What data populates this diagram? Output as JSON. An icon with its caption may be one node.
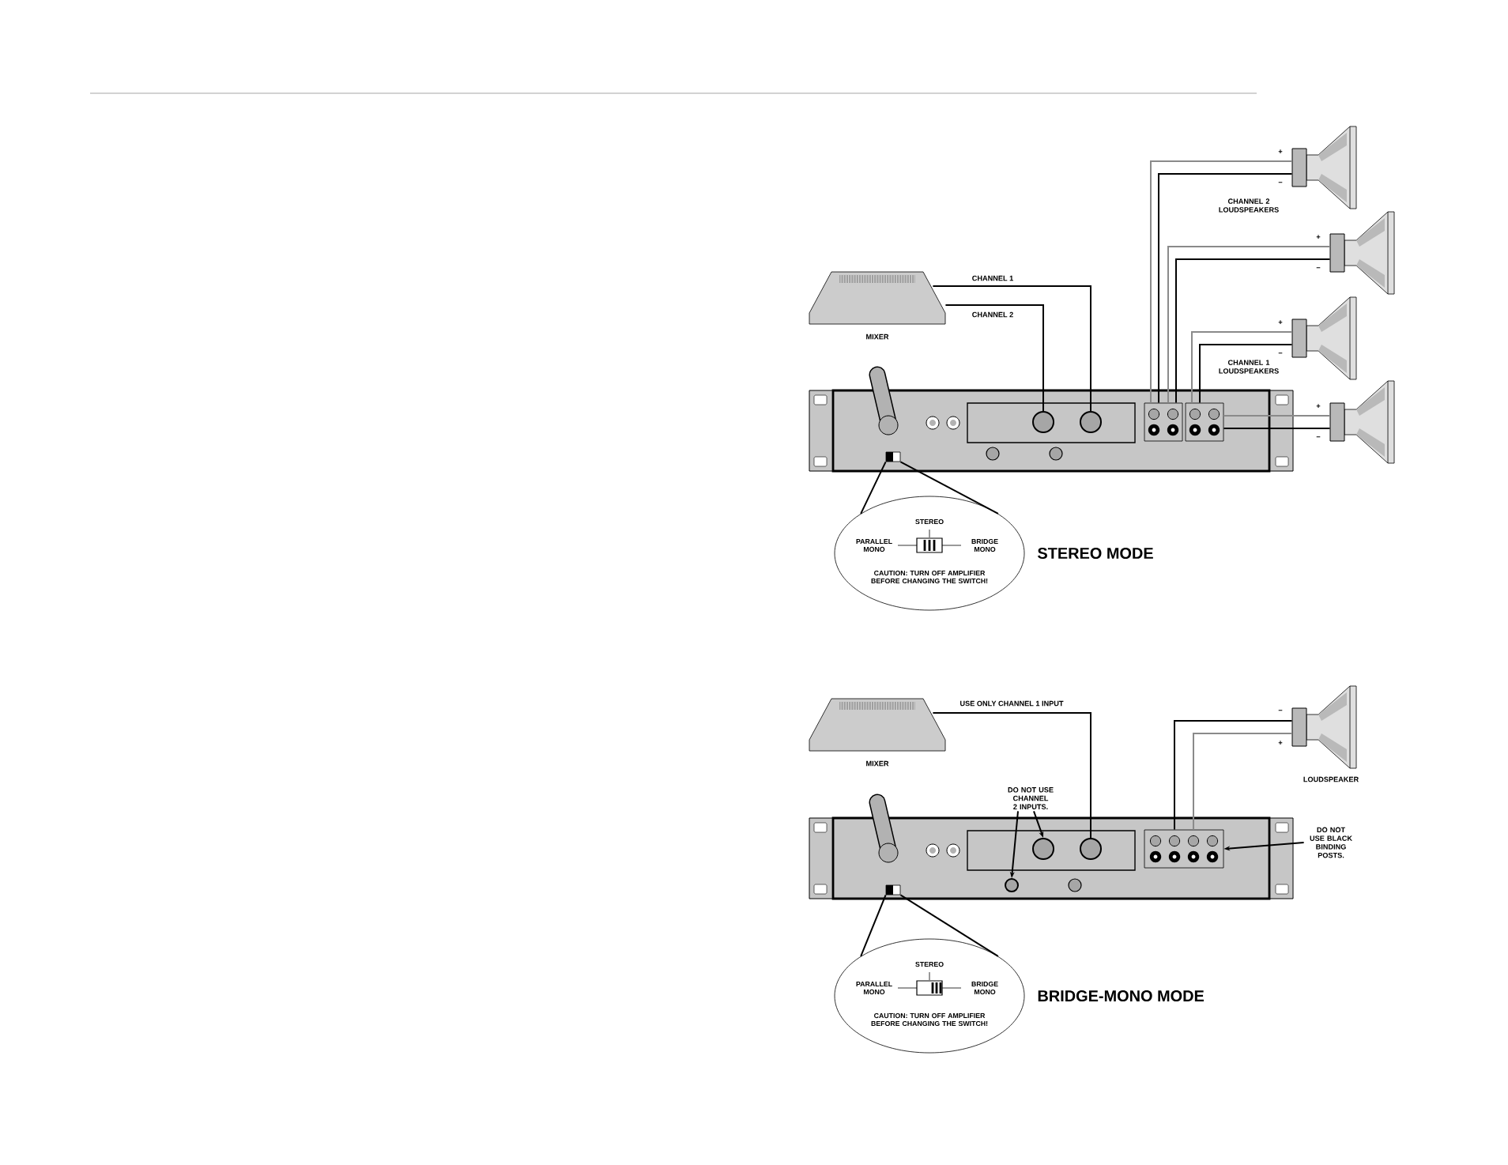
{
  "diagram": {
    "nodes": [
      {
        "text": [
          "MIXER"
        ]
      },
      {
        "text": [],
        "shape": "box"
      },
      {
        "text": [],
        "shape": "circle",
        "in": 1
      },
      {
        "text": [],
        "shape": "circle",
        "in": 1
      },
      {
        "text": [],
        "shape": "box",
        "in": 1
      },
      {
        "text": [],
        "shape": "box",
        "in": 1
      },
      {
        "text": [],
        "shape": "box",
        "in": 1
      },
      {
        "text": [],
        "shape": "speaker",
        "beside": [
          "+",
          "−"
        ]
      },
      {
        "text": [],
        "shape": "speaker",
        "beside": [
          "+",
          "−"
        ]
      },
      {
        "text": [],
        "shape": "speaker",
        "beside": [
          "+",
          "−"
        ]
      },
      {
        "text": [],
        "shape": "speaker",
        "beside": [
          "+",
          "−"
        ]
      },
      {
        "text": [
          "STEREO",
          "PARALLEL MONO",
          "BRIDGE MONO",
          "CAUTION: TURN OFF AMPLIFIER BEFORE CHANGING THE SWITCH!"
        ]
      },
      {
        "text": [
          "MIXER"
        ]
      },
      {
        "text": [],
        "shape": "box"
      },
      {
        "text": [],
        "shape": "circle",
        "in": 13
      },
      {
        "text": [],
        "shape": "circle",
        "in": 13
      },
      {
        "text": [],
        "shape": "circle",
        "in": 13
      },
      {
        "text": [],
        "shape": "box",
        "in": 13
      },
      {
        "text": [],
        "shape": "box",
        "in": 13
      },
      {
        "text": [
          "LOUDSPEAKER"
        ],
        "beside": [
          "−",
          "+"
        ]
      },
      {
        "text": [
          "DO NOT USE CHANNEL 2 INPUTS."
        ]
      },
      {
        "text": [
          "DO NOT USE BLACK BINDING POSTS."
        ]
      },
      {
        "text": [
          "STEREO",
          "PARALLEL MONO",
          "BRIDGE MONO",
          "CAUTION: TURN OFF AMPLIFIER BEFORE CHANGING THE SWITCH!"
        ]
      }
    ],
    "edges": [
      {
        "from": 0,
        "to": 3,
        "arrow": "none",
        "label": "CHANNEL 1"
      },
      {
        "from": 0,
        "to": 2,
        "arrow": "none",
        "label": "CHANNEL 2"
      },
      {
        "from": 5,
        "to": 7,
        "arrow": "none",
        "color": "#8a8a8a"
      },
      {
        "from": 5,
        "to": 7,
        "arrow": "none"
      },
      {
        "from": 5,
        "to": 8,
        "arrow": "none",
        "color": "#8a8a8a"
      },
      {
        "from": 5,
        "to": 8,
        "arrow": "none"
      },
      {
        "from": 6,
        "to": 9,
        "arrow": "none",
        "color": "#8a8a8a"
      },
      {
        "from": 6,
        "to": 9,
        "arrow": "none"
      },
      {
        "from": 6,
        "to": 10,
        "arrow": "none",
        "color": "#8a8a8a"
      },
      {
        "from": 6,
        "to": 10,
        "arrow": "none"
      },
      {
        "from": 4,
        "to": 11,
        "arrow": "none"
      },
      {
        "from": 4,
        "to": 11,
        "arrow": "none"
      },
      {
        "from": 12,
        "to": 15,
        "arrow": "none",
        "label": "USE ONLY CHANNEL 1 INPUT"
      },
      {
        "from": 18,
        "to": 19,
        "arrow": "none"
      },
      {
        "from": 18,
        "to": 19,
        "arrow": "none",
        "color": "#8a8a8a"
      },
      {
        "from": 20,
        "to": 14,
        "arrow": "to"
      },
      {
        "from": 20,
        "to": 16,
        "arrow": "to"
      },
      {
        "from": 21,
        "to": 18,
        "arrow": "to"
      },
      {
        "from": 17,
        "to": 22,
        "arrow": "none"
      },
      {
        "from": 17,
        "to": 22,
        "arrow": "none"
      }
    ],
    "labels": [
      "CHANNEL 2 LOUDSPEAKERS",
      "CHANNEL 1 LOUDSPEAKERS",
      "STEREO MODE",
      "BRIDGE-MONO MODE"
    ]
  }
}
